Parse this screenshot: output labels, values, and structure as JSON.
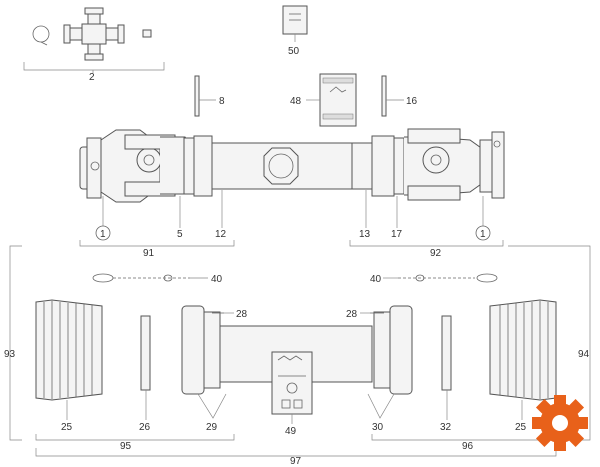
{
  "labels": {
    "l1": "2",
    "l2": "50",
    "l3": "8",
    "l4": "48",
    "l5": "16",
    "l6": "1",
    "l7": "5",
    "l8": "12",
    "l9": "13",
    "l10": "17",
    "l11": "1",
    "l12": "91",
    "l13": "92",
    "l14": "40",
    "l15": "40",
    "l16": "28",
    "l17": "28",
    "l18": "93",
    "l19": "94",
    "l20": "25",
    "l21": "26",
    "l22": "29",
    "l23": "49",
    "l24": "30",
    "l25": "32",
    "l26": "25",
    "l27": "95",
    "l28": "96",
    "l29": "97"
  },
  "brand": {
    "accent_color": "#e8611a",
    "logo": "gear-logo-icon"
  },
  "line_color": "#555555"
}
